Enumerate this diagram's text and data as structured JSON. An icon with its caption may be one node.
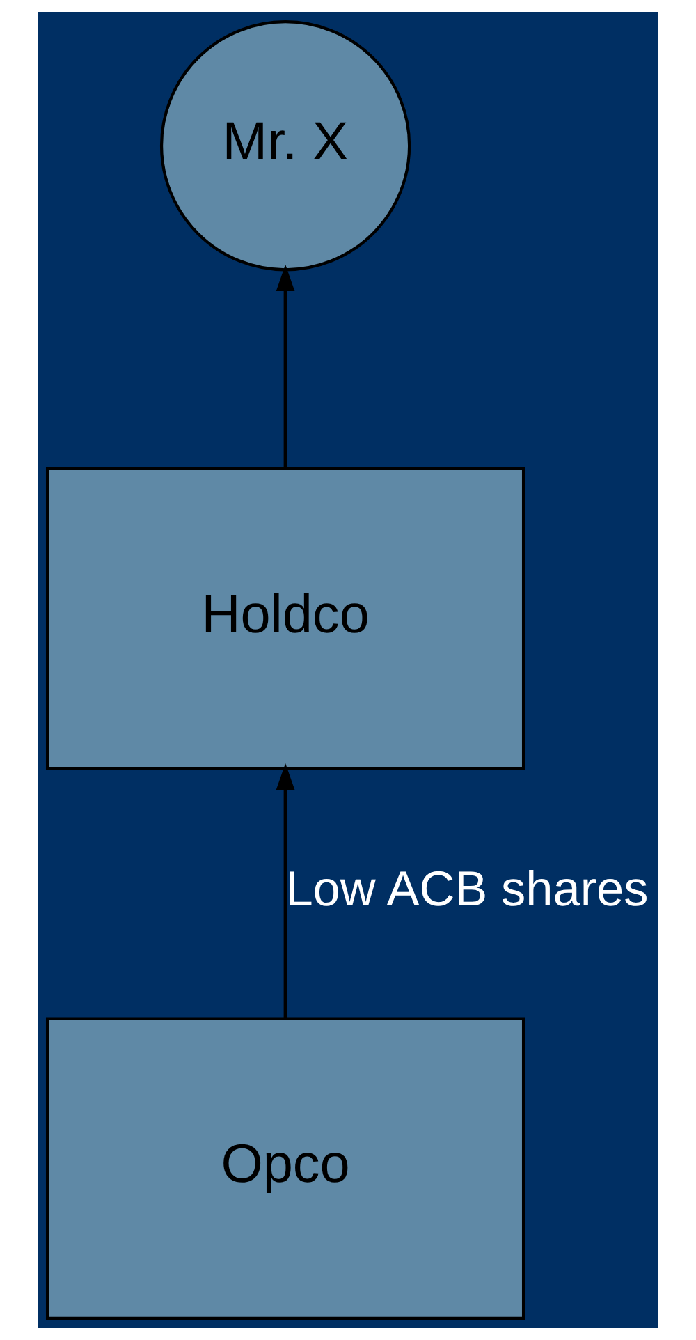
{
  "diagram": {
    "nodes": [
      {
        "text": [
          "Mr. X"
        ]
      },
      {
        "text": [
          "Holdco"
        ]
      },
      {
        "text": [
          "Opco"
        ]
      }
    ],
    "edges": [
      {
        "from": 1,
        "to": 0,
        "arrow": "to"
      },
      {
        "from": 2,
        "to": 1,
        "arrow": "to",
        "label": "Low ACB shares"
      }
    ]
  }
}
